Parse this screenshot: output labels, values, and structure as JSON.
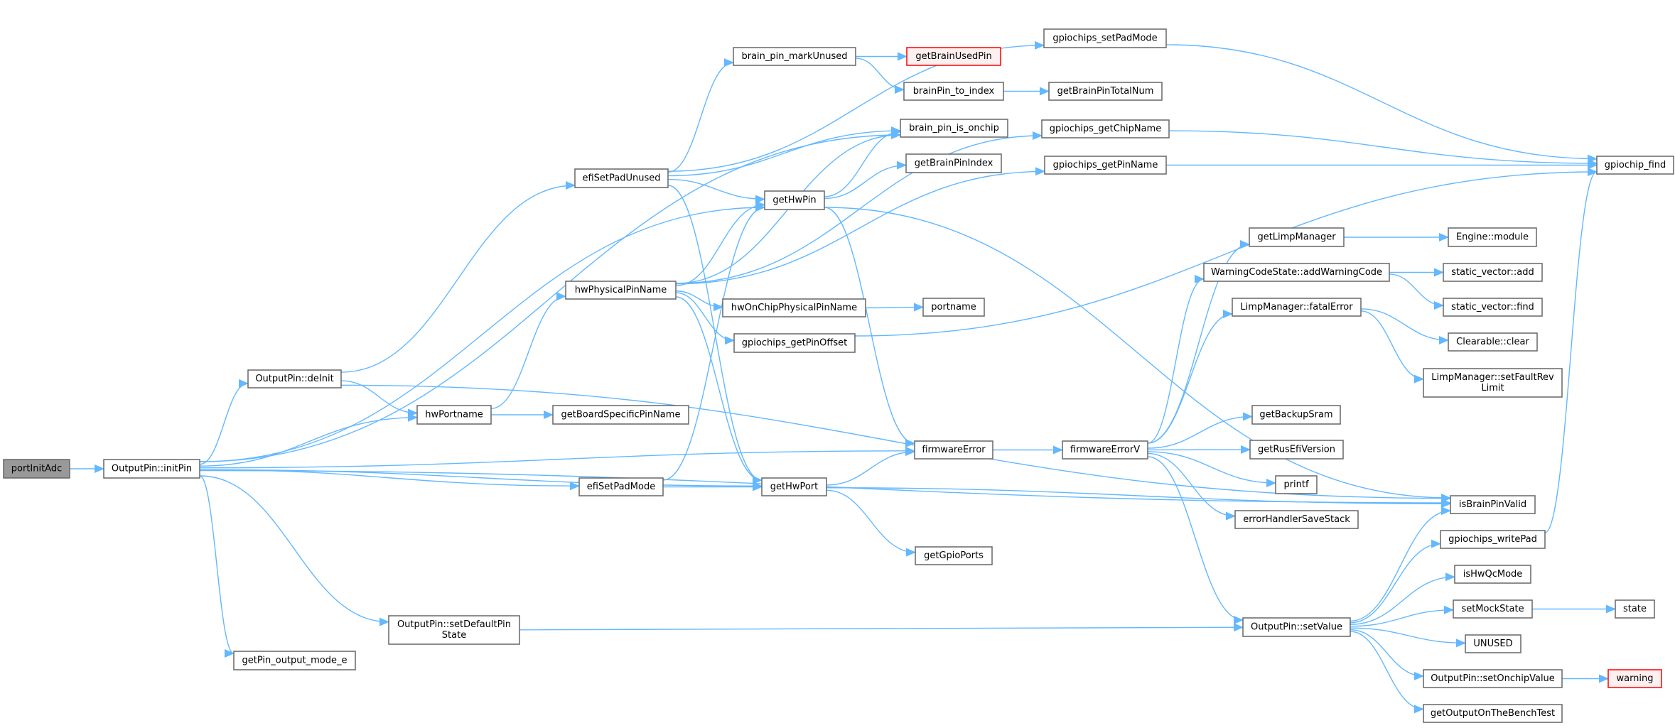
{
  "graph": {
    "title": "Call graph of portInitAdc",
    "colors": {
      "edge": "#63b8ff",
      "node_border": "#666666",
      "root_fill": "#999999",
      "missing_border": "#ff0000",
      "missing_fill": "#fff0f0"
    },
    "nodes": {
      "portInitAdc": {
        "lines": [
          "portInitAdc"
        ],
        "kind": "root"
      },
      "initPin": {
        "lines": [
          "OutputPin::initPin"
        ]
      },
      "deInit": {
        "lines": [
          "OutputPin::deInit"
        ]
      },
      "hwPortname": {
        "lines": [
          "hwPortname"
        ]
      },
      "getBoardSpecificPinName": {
        "lines": [
          "getBoardSpecificPinName"
        ]
      },
      "setDefaultPinState": {
        "lines": [
          "OutputPin::setDefaultPin",
          "State"
        ]
      },
      "getPin_output_mode_e": {
        "lines": [
          "getPin_output_mode_e"
        ]
      },
      "gpiochips_setPadMode": {
        "lines": [
          "gpiochips_setPadMode"
        ]
      },
      "brain_pin_markUnused": {
        "lines": [
          "brain_pin_markUnused"
        ]
      },
      "getBrainUsedPin": {
        "lines": [
          "getBrainUsedPin"
        ],
        "kind": "missing"
      },
      "brainPin_to_index": {
        "lines": [
          "brainPin_to_index"
        ]
      },
      "getBrainPinTotalNum": {
        "lines": [
          "getBrainPinTotalNum"
        ]
      },
      "brain_pin_is_onchip": {
        "lines": [
          "brain_pin_is_onchip"
        ]
      },
      "gpiochips_getChipName": {
        "lines": [
          "gpiochips_getChipName"
        ]
      },
      "getBrainPinIndex": {
        "lines": [
          "getBrainPinIndex"
        ]
      },
      "gpiochips_getPinName": {
        "lines": [
          "gpiochips_getPinName"
        ]
      },
      "efiSetPadUnused": {
        "lines": [
          "efiSetPadUnused"
        ]
      },
      "getHwPin": {
        "lines": [
          "getHwPin"
        ]
      },
      "hwPhysicalPinName": {
        "lines": [
          "hwPhysicalPinName"
        ]
      },
      "hwOnChipPhysicalPinName": {
        "lines": [
          "hwOnChipPhysicalPinName"
        ]
      },
      "portname": {
        "lines": [
          "portname"
        ]
      },
      "gpiochips_getPinOffset": {
        "lines": [
          "gpiochips_getPinOffset"
        ]
      },
      "gpiochip_find": {
        "lines": [
          "gpiochip_find"
        ]
      },
      "getLimpManager": {
        "lines": [
          "getLimpManager"
        ]
      },
      "Engine_module": {
        "lines": [
          "Engine::module"
        ]
      },
      "addWarningCode": {
        "lines": [
          "WarningCodeState::addWarningCode"
        ]
      },
      "sv_add": {
        "lines": [
          "static_vector::add"
        ]
      },
      "sv_find": {
        "lines": [
          "static_vector::find"
        ]
      },
      "fatalError": {
        "lines": [
          "LimpManager::fatalError"
        ]
      },
      "clear": {
        "lines": [
          "Clearable::clear"
        ]
      },
      "setFaultRevLimit": {
        "lines": [
          "LimpManager::setFaultRev",
          "Limit"
        ]
      },
      "getBackupSram": {
        "lines": [
          "getBackupSram"
        ]
      },
      "getRusEfiVersion": {
        "lines": [
          "getRusEfiVersion"
        ]
      },
      "printf": {
        "lines": [
          "printf"
        ]
      },
      "errorHandlerSaveStack": {
        "lines": [
          "errorHandlerSaveStack"
        ]
      },
      "firmwareErrorV": {
        "lines": [
          "firmwareErrorV"
        ]
      },
      "isBrainPinValid": {
        "lines": [
          "isBrainPinValid"
        ]
      },
      "gpiochips_writePad": {
        "lines": [
          "gpiochips_writePad"
        ]
      },
      "isHwQcMode": {
        "lines": [
          "isHwQcMode"
        ]
      },
      "setMockState": {
        "lines": [
          "setMockState"
        ]
      },
      "state": {
        "lines": [
          "state"
        ]
      },
      "setValue": {
        "lines": [
          "OutputPin::setValue"
        ]
      },
      "UNUSED": {
        "lines": [
          "UNUSED"
        ]
      },
      "setOnchipValue": {
        "lines": [
          "OutputPin::setOnchipValue"
        ]
      },
      "warning": {
        "lines": [
          "warning"
        ],
        "kind": "missing"
      },
      "getOutputOnTheBenchTest": {
        "lines": [
          "getOutputOnTheBenchTest"
        ]
      },
      "firmwareError": {
        "lines": [
          "firmwareError"
        ]
      },
      "efiSetPadMode": {
        "lines": [
          "efiSetPadMode"
        ]
      },
      "getHwPort": {
        "lines": [
          "getHwPort"
        ]
      },
      "getGpioPorts": {
        "lines": [
          "getGpioPorts"
        ]
      }
    },
    "edges": [
      [
        "portInitAdc",
        "initPin"
      ],
      [
        "initPin",
        "brain_pin_is_onchip"
      ],
      [
        "initPin",
        "getHwPin"
      ],
      [
        "initPin",
        "deInit"
      ],
      [
        "initPin",
        "hwPortname"
      ],
      [
        "initPin",
        "firmwareError"
      ],
      [
        "initPin",
        "efiSetPadMode"
      ],
      [
        "initPin",
        "getHwPort"
      ],
      [
        "initPin",
        "isBrainPinValid"
      ],
      [
        "initPin",
        "setDefaultPinState"
      ],
      [
        "initPin",
        "getPin_output_mode_e"
      ],
      [
        "deInit",
        "efiSetPadUnused"
      ],
      [
        "deInit",
        "hwPortname"
      ],
      [
        "deInit",
        "isBrainPinValid"
      ],
      [
        "hwPortname",
        "hwPhysicalPinName"
      ],
      [
        "hwPortname",
        "getBoardSpecificPinName"
      ],
      [
        "efiSetPadUnused",
        "gpiochips_setPadMode"
      ],
      [
        "efiSetPadUnused",
        "brain_pin_markUnused"
      ],
      [
        "efiSetPadUnused",
        "brain_pin_is_onchip"
      ],
      [
        "efiSetPadUnused",
        "getHwPin"
      ],
      [
        "efiSetPadUnused",
        "getHwPort"
      ],
      [
        "brain_pin_markUnused",
        "getBrainUsedPin"
      ],
      [
        "brain_pin_markUnused",
        "brainPin_to_index"
      ],
      [
        "brainPin_to_index",
        "getBrainPinTotalNum"
      ],
      [
        "getHwPin",
        "brain_pin_is_onchip"
      ],
      [
        "getHwPin",
        "getBrainPinIndex"
      ],
      [
        "getHwPin",
        "firmwareError"
      ],
      [
        "getHwPin",
        "isBrainPinValid"
      ],
      [
        "hwPhysicalPinName",
        "brain_pin_is_onchip"
      ],
      [
        "hwPhysicalPinName",
        "getHwPin"
      ],
      [
        "hwPhysicalPinName",
        "gpiochips_getChipName"
      ],
      [
        "hwPhysicalPinName",
        "gpiochips_getPinName"
      ],
      [
        "hwPhysicalPinName",
        "hwOnChipPhysicalPinName"
      ],
      [
        "hwPhysicalPinName",
        "gpiochips_getPinOffset"
      ],
      [
        "hwPhysicalPinName",
        "getHwPort"
      ],
      [
        "hwOnChipPhysicalPinName",
        "portname"
      ],
      [
        "gpiochips_getPinOffset",
        "gpiochip_find"
      ],
      [
        "gpiochips_setPadMode",
        "gpiochip_find"
      ],
      [
        "gpiochips_getChipName",
        "gpiochip_find"
      ],
      [
        "gpiochips_getPinName",
        "gpiochip_find"
      ],
      [
        "efiSetPadMode",
        "getHwPin"
      ],
      [
        "efiSetPadMode",
        "getHwPort"
      ],
      [
        "getHwPort",
        "firmwareError"
      ],
      [
        "getHwPort",
        "getGpioPorts"
      ],
      [
        "getHwPort",
        "isBrainPinValid"
      ],
      [
        "firmwareError",
        "firmwareErrorV"
      ],
      [
        "firmwareErrorV",
        "getLimpManager"
      ],
      [
        "firmwareErrorV",
        "addWarningCode"
      ],
      [
        "firmwareErrorV",
        "fatalError"
      ],
      [
        "firmwareErrorV",
        "getBackupSram"
      ],
      [
        "firmwareErrorV",
        "getRusEfiVersion"
      ],
      [
        "firmwareErrorV",
        "printf"
      ],
      [
        "firmwareErrorV",
        "errorHandlerSaveStack"
      ],
      [
        "firmwareErrorV",
        "setValue"
      ],
      [
        "getLimpManager",
        "Engine_module"
      ],
      [
        "addWarningCode",
        "sv_add"
      ],
      [
        "addWarningCode",
        "sv_find"
      ],
      [
        "fatalError",
        "clear"
      ],
      [
        "fatalError",
        "setFaultRevLimit"
      ],
      [
        "setDefaultPinState",
        "setValue"
      ],
      [
        "setValue",
        "isBrainPinValid"
      ],
      [
        "setValue",
        "gpiochips_writePad"
      ],
      [
        "setValue",
        "isHwQcMode"
      ],
      [
        "setValue",
        "setMockState"
      ],
      [
        "setValue",
        "UNUSED"
      ],
      [
        "setValue",
        "setOnchipValue"
      ],
      [
        "setValue",
        "getOutputOnTheBenchTest"
      ],
      [
        "gpiochips_writePad",
        "gpiochip_find"
      ],
      [
        "setMockState",
        "state"
      ],
      [
        "setOnchipValue",
        "warning"
      ]
    ]
  }
}
